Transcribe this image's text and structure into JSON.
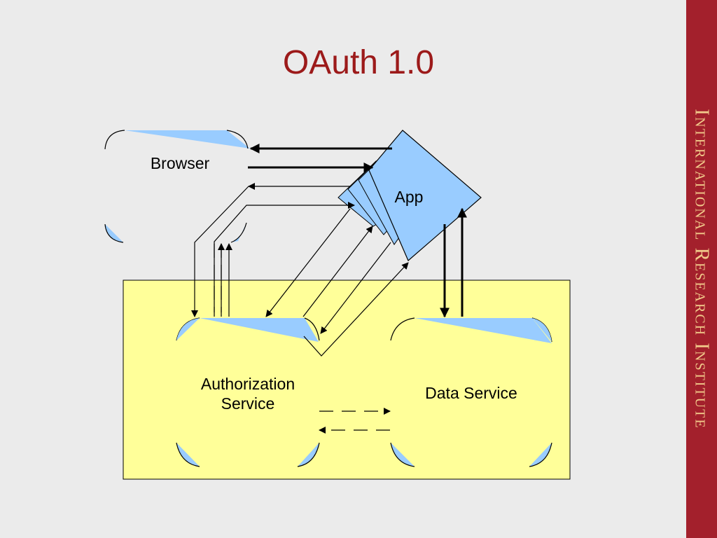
{
  "title": "OAuth 1.0",
  "sidebar": {
    "text": "International Research Institute"
  },
  "colors": {
    "title": "#9c1a1a",
    "sidebar_bg": "#a3202c",
    "sidebar_text": "#f1c98a",
    "container_fill": "#ffff99",
    "node_accent": "#99ccff",
    "app_fill": "#99ccff"
  },
  "diagram": {
    "nodes": {
      "browser": "Browser",
      "app": "App",
      "auth_line1": "Authorization",
      "auth_line2": "Service",
      "data_service": "Data Service"
    }
  }
}
